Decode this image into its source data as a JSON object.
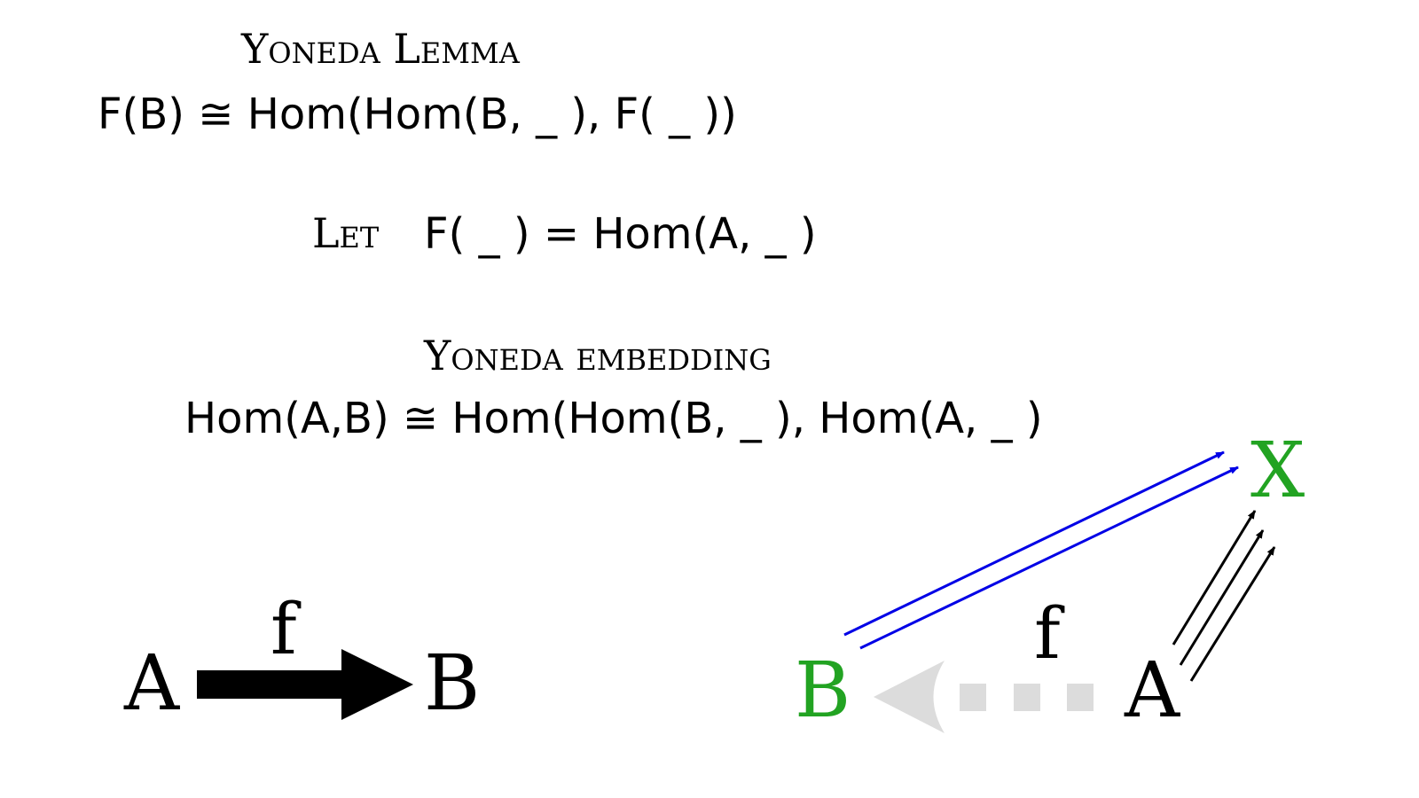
{
  "yoneda_lemma": {
    "title": "Yoneda Lemma",
    "formula": "F(B) ≅ Hom(Hom(B, _ ), F( _ ))"
  },
  "let_statement": {
    "keyword": "Let",
    "formula": "F( _ ) = Hom(A, _ )"
  },
  "yoneda_embedding": {
    "title": "Yoneda embedding",
    "formula": "Hom(A,B) ≅ Hom(Hom(B, _ ), Hom(A, _ )"
  },
  "left_diagram": {
    "source": "A",
    "target": "B",
    "morphism": "f"
  },
  "right_diagram": {
    "source": "A",
    "target": "B",
    "object": "X",
    "morphism": "f"
  },
  "colors": {
    "text": "#000000",
    "green": "#22a322",
    "blue": "#0000e6",
    "gray_arrow": "#dcdcdc"
  }
}
